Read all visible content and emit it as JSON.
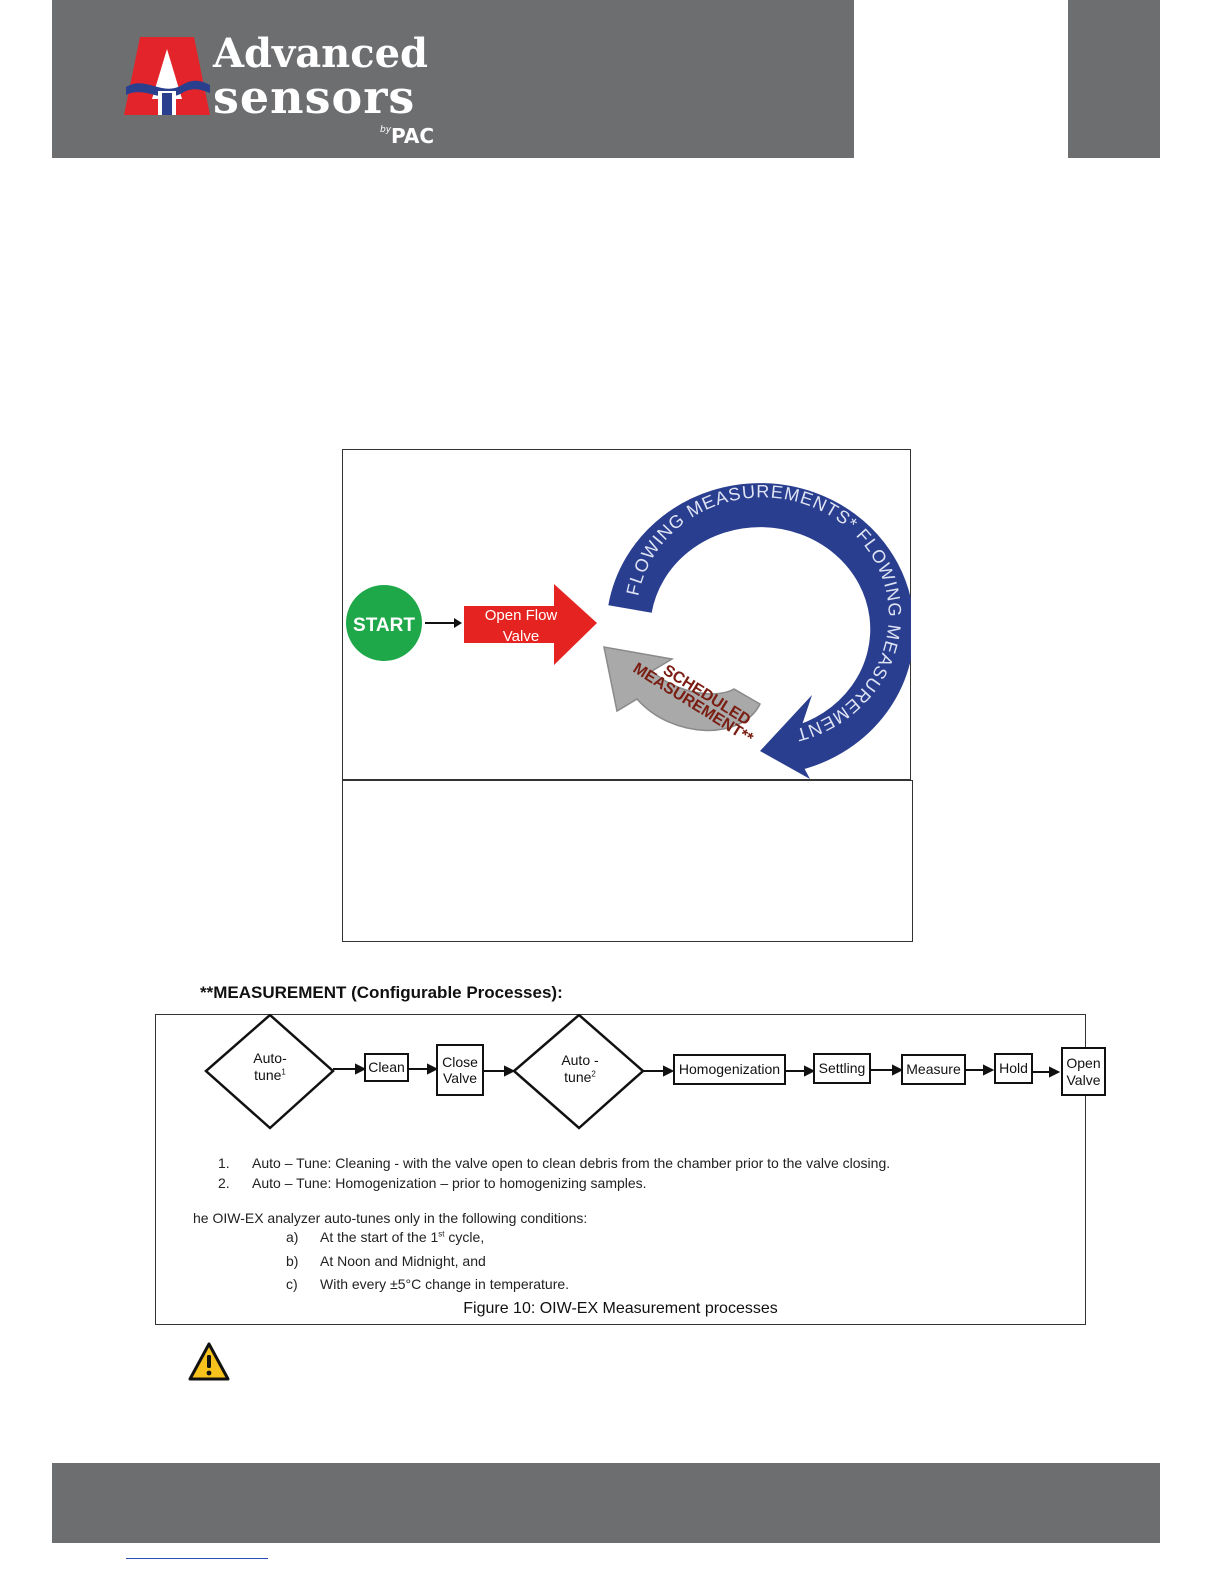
{
  "header": {
    "logo": {
      "line1": "Advanced",
      "line2": "sensors",
      "by": "by",
      "brand": "PAC"
    }
  },
  "flow_cycle": {
    "start": "START",
    "open_flow_valve": [
      "Open Flow",
      "Valve"
    ],
    "flowing_measurements": "FLOWING MEASUREMENTS* FLOWING MEASUREMENTS*",
    "scheduled_line1": "SCHEDULED",
    "scheduled_line2": "MEASUREMENT**",
    "colors": {
      "start": "#1fa84a",
      "valve_arrow": "#e52421",
      "flowing": "#2a3e8f",
      "scheduled": "#a9a9a9",
      "scheduled_text": "#7a1d12"
    }
  },
  "measurement": {
    "title": "**MEASUREMENT (Configurable Processes):",
    "steps": {
      "autotune1": {
        "text": "Auto-\ntune",
        "sup": "1"
      },
      "clean": "Clean",
      "close_valve": "Close\nValve",
      "autotune2": {
        "text": "Auto -\ntune",
        "sup": "2"
      },
      "homogenization": "Homogenization",
      "settling": "Settling",
      "measure": "Measure",
      "hold": "Hold",
      "open_valve": "Open\nValve"
    },
    "notes": [
      {
        "num": "1.",
        "text": "Auto – Tune: Cleaning - with the valve open to clean debris from the chamber prior to the valve closing."
      },
      {
        "num": "2.",
        "text": "Auto – Tune: Homogenization – prior to homogenizing samples."
      }
    ],
    "conditions_intro": "he OIW-EX analyzer auto-tunes only in the following conditions:",
    "conditions": [
      {
        "label": "a)",
        "text": "At the start of the 1",
        "sup": "st",
        "tail": " cycle,"
      },
      {
        "label": "b)",
        "text": "At Noon and Midnight, and",
        "sup": "",
        "tail": ""
      },
      {
        "label": "c)",
        "text": "With every ±5°C change in temperature.",
        "sup": "",
        "tail": ""
      }
    ],
    "caption": "Figure 10: OIW-EX Measurement processes"
  },
  "icons": {
    "warning": "warning-icon"
  }
}
